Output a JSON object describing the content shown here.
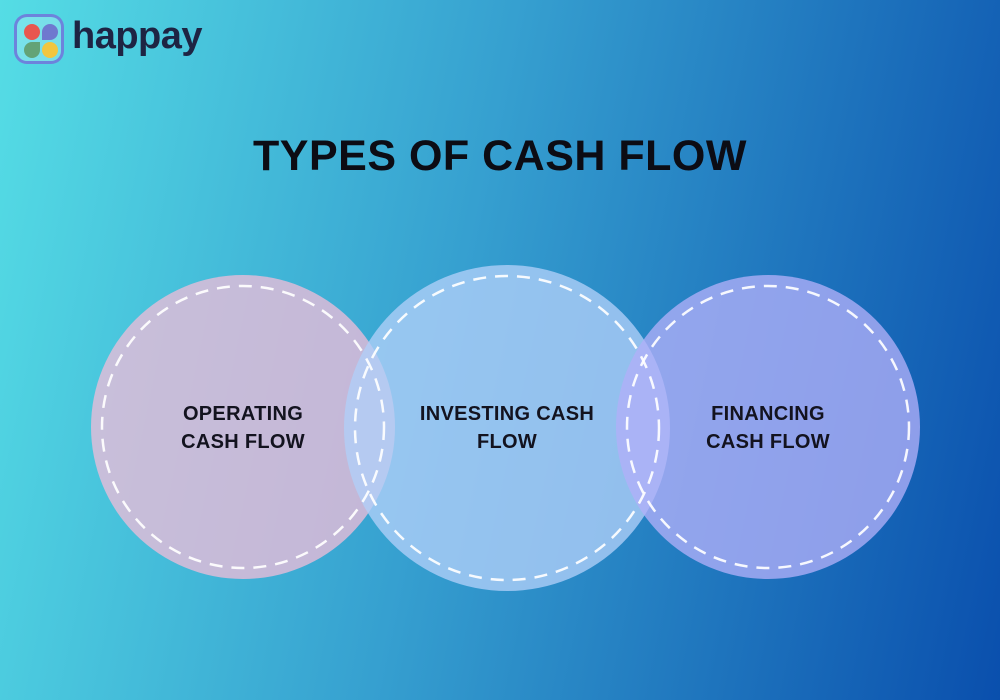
{
  "logo": {
    "brand": "happay",
    "icon": "happay-four-petal-icon",
    "icon_colors": {
      "red": "#e8564f",
      "blue": "#6f79cf",
      "green": "#63a377",
      "yellow": "#f2c63f"
    }
  },
  "title": "TYPES OF CASH FLOW",
  "background": {
    "gradient_start": "#55dde5",
    "gradient_mid": "#36a0d0",
    "gradient_end": "#0a4fad"
  },
  "venn": {
    "stroke_color": "#ffffff",
    "circles": [
      {
        "label": "OPERATING CASH FLOW",
        "fill_rgba": "rgba(236,188,216,0.78)",
        "fill_hex": "#ecbcd8"
      },
      {
        "label": "INVESTING CASH FLOW",
        "fill_rgba": "rgba(177,208,249,0.78)",
        "fill_hex": "#b1d0f9"
      },
      {
        "label": "FINANCING CASH FLOW",
        "fill_rgba": "rgba(177,176,248,0.78)",
        "fill_hex": "#b1b0f8"
      }
    ]
  }
}
